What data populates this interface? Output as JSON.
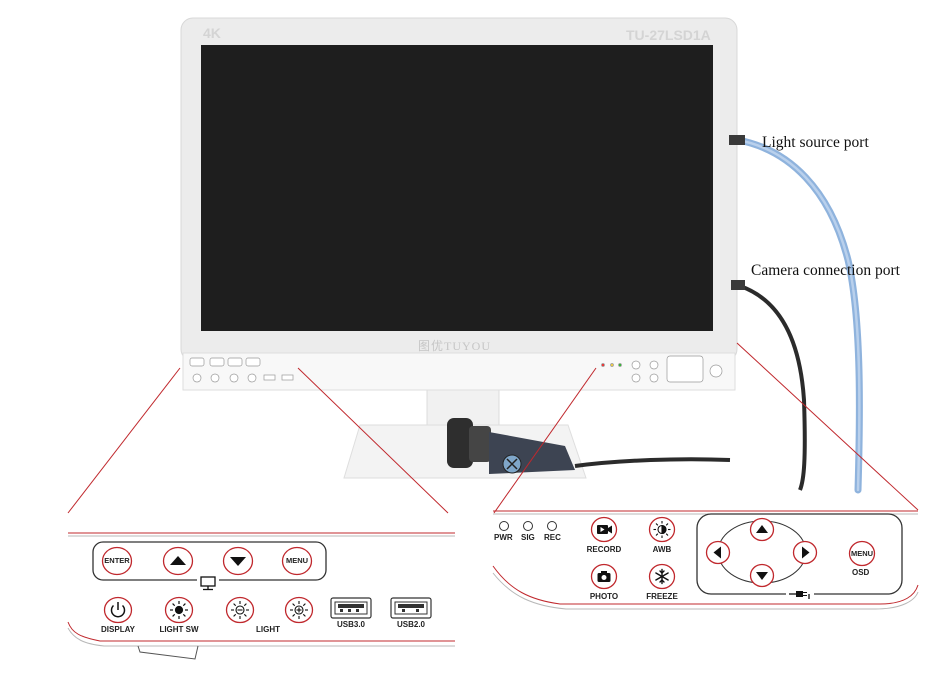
{
  "monitor": {
    "brand_top_left": "4K",
    "model": "TU-27LSD1A",
    "brand_bottom": "图优TUYOU"
  },
  "callouts": {
    "light_source_port": "Light source port",
    "camera_connection_port": "Camera connection port"
  },
  "left_panel": {
    "buttons": {
      "enter": "ENTER",
      "menu": "MENU"
    },
    "labels": {
      "display": "DISPLAY",
      "light_sw": "LIGHT SW",
      "light": "LIGHT",
      "usb3": "USB3.0",
      "usb2": "USB2.0"
    }
  },
  "right_panel": {
    "indicators": [
      "PWR",
      "SIG",
      "REC"
    ],
    "labels": {
      "record": "RECORD",
      "awb": "AWB",
      "photo": "PHOTO",
      "freeze": "FREEZE",
      "menu_button": "MENU",
      "osd": "OSD"
    }
  },
  "icons": [
    "power-icon",
    "sun-icon",
    "brightness-up-icon",
    "brightness-down-icon",
    "usb-port-icon",
    "video-record-icon",
    "camera-icon",
    "white-balance-icon",
    "snowflake-icon",
    "arrow-up-icon",
    "arrow-down-icon",
    "arrow-left-icon",
    "arrow-right-icon",
    "monitor-icon",
    "connector-icon"
  ],
  "colors": {
    "accent_red": "#c0282d",
    "screen": "#1e1e1e",
    "bezel": "#eaeaea",
    "cable_blue": "#8fb3dd",
    "cable_black": "#2b2b2b"
  }
}
